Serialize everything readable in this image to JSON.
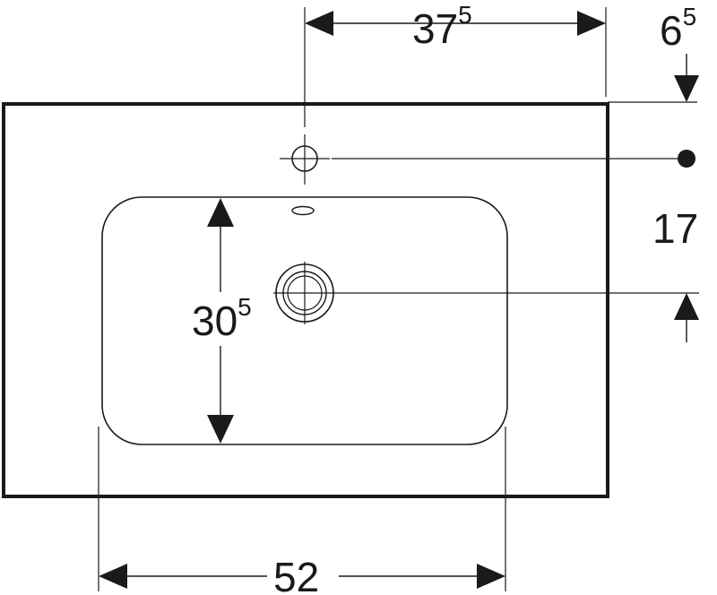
{
  "drawing": {
    "colors": {
      "ink": "#1a1a1a",
      "background": "#ffffff"
    },
    "dimensions": {
      "tap_offset": {
        "main": "37",
        "sup": "5"
      },
      "rim_to_tap": {
        "main": "6",
        "sup": "5"
      },
      "tap_to_drain": {
        "main": "17"
      },
      "bowl_depth": {
        "main": "30",
        "sup": "5"
      },
      "bowl_width": {
        "main": "52"
      }
    }
  }
}
